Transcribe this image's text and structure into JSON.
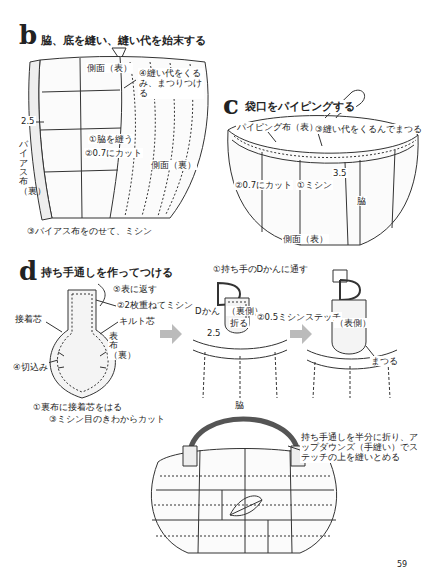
{
  "diagram": {
    "labels": [
      "b",
      "脇、底を縫い、縫い代を始末する",
      "側面（表）",
      "2.5",
      "④縫い代をくるみ、まつりつける",
      "①脇を縫う",
      "②0.7にカット",
      "側面（裏）",
      "バイアス布（裏）",
      "③バイアス布をのせて、ミシン",
      "c",
      "袋口をパイピングする",
      "パイピング布（表）",
      "③縫い代をくるんでまつる",
      "②0.7にカット",
      "①ミシン",
      "3.5",
      "脇",
      "側面（表）",
      "d",
      "持ち手通しを作ってつける",
      "⑤表に返す",
      "②2枚重ねてミシン",
      "接着芯",
      "キルト芯",
      "表布（裏）",
      "④切込み",
      "①裏布に接着芯をはる",
      "③ミシン目のきわからカット",
      "①持ち手のDかんに通す",
      "Dかん",
      "（裏側）",
      "折る",
      "②0.5ミシンステッチ",
      "2.5",
      "脇",
      "（表側）",
      "まつる",
      "持ち手通しを半分に折り、アップダウンズ（手縫い）でステッチの上を縫いとめる",
      "59"
    ]
  }
}
